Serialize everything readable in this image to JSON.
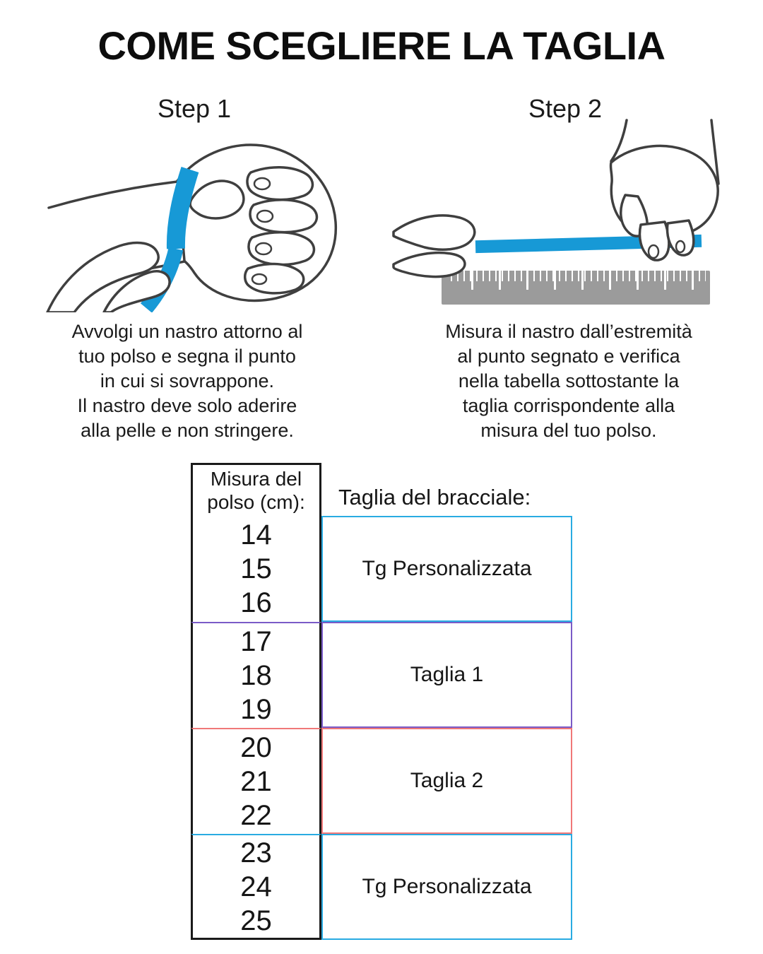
{
  "title": "COME SCEGLIERE LA TAGLIA",
  "steps": [
    {
      "label": "Step 1",
      "description": "Avvolgi un nastro attorno al\ntuo polso e segna il punto\nin cui si sovrappone.\nIl nastro deve solo aderire\nalla pelle e non stringere."
    },
    {
      "label": "Step 2",
      "description": "Misura il nastro dall’estremità\nal punto segnato e verifica\nnella tabella sottostante la\ntaglia corrispondente alla\nmisura del tuo polso."
    }
  ],
  "table": {
    "left_header": "Misura del\npolso (cm):",
    "right_header": "Taglia del bracciale:",
    "groups": [
      {
        "sizes": [
          "14",
          "15",
          "16"
        ],
        "label": "Tg Personalizzata",
        "color": "#29abe2"
      },
      {
        "sizes": [
          "17",
          "18",
          "19"
        ],
        "label": "Taglia 1",
        "color": "#7a5bc7"
      },
      {
        "sizes": [
          "20",
          "21",
          "22"
        ],
        "label": "Taglia 2",
        "color": "#f07878"
      },
      {
        "sizes": [
          "23",
          "24",
          "25"
        ],
        "label": "Tg Personalizzata",
        "color": "#29abe2"
      }
    ]
  },
  "colors": {
    "ribbon": "#1799d6",
    "ruler": "#9b9b9b",
    "line_art": "#3f3f3f",
    "table_border": "#1a1a1a"
  }
}
